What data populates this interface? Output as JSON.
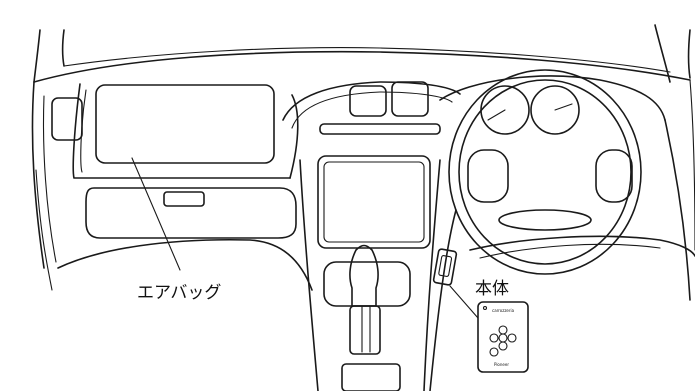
{
  "labels": {
    "airbag": "エアバッグ",
    "main_unit": "本体"
  },
  "remote": {
    "brand_top": "carrozzeria",
    "brand_bottom": "Pioneer"
  }
}
